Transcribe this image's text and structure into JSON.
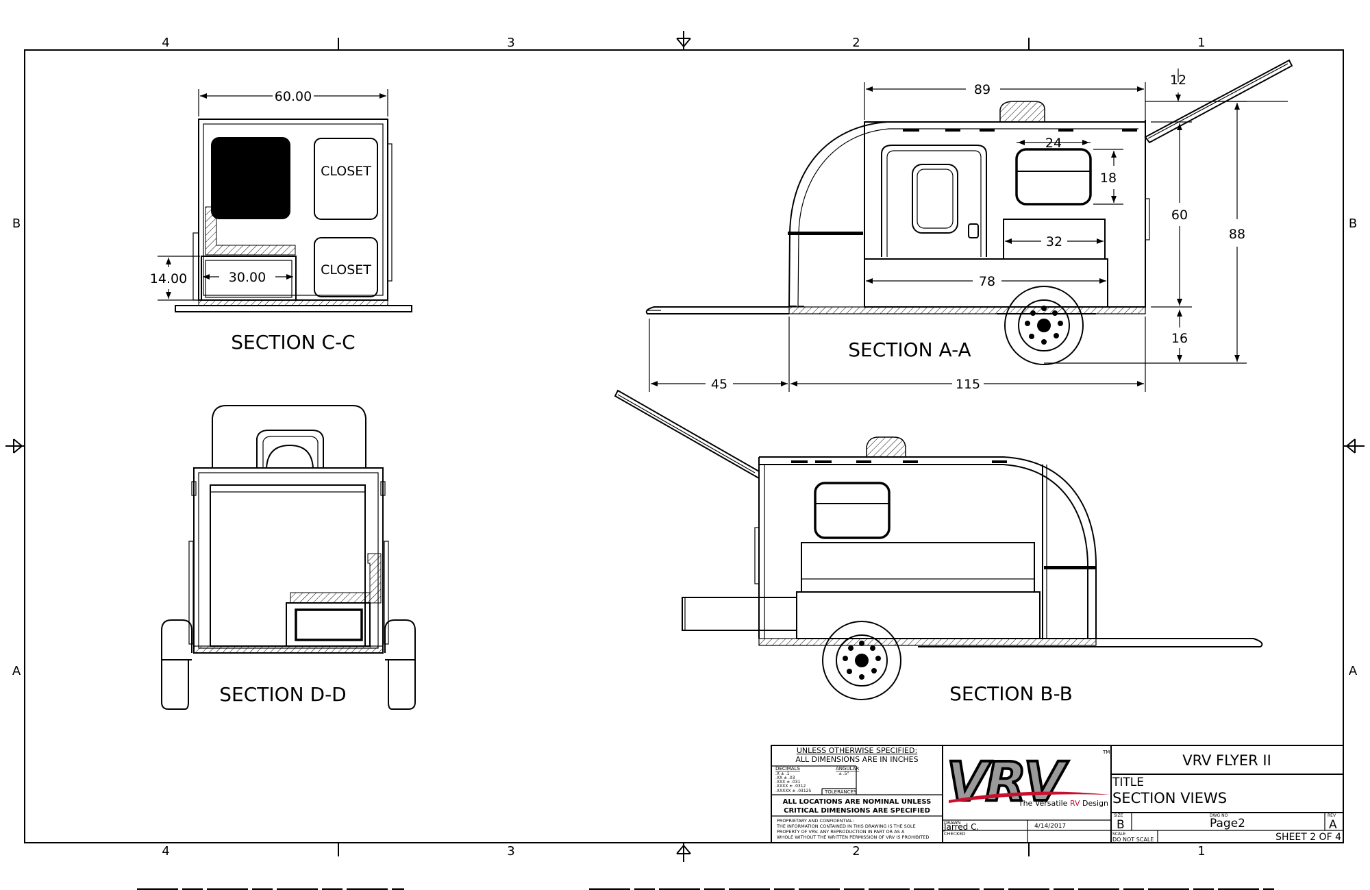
{
  "zones": {
    "top": [
      "4",
      "3",
      "2",
      "1"
    ],
    "bottom": [
      "4",
      "3",
      "2",
      "1"
    ],
    "left": [
      "B",
      "A"
    ],
    "right": [
      "B",
      "A"
    ]
  },
  "section_cc": {
    "title": "SECTION C-C",
    "width_dim": "60.00",
    "bed_dim": "30.00",
    "height_dim": "14.00",
    "closet_top": "CLOSET",
    "closet_bottom": "CLOSET"
  },
  "section_aa": {
    "title": "SECTION A-A",
    "dims": {
      "top_length": "89",
      "hatch_open": "12",
      "window_width": "24",
      "window_height": "18",
      "cabinet_width": "32",
      "bed_length": "78",
      "body_height": "60",
      "overall_height": "88",
      "ground_clearance": "16",
      "tongue_length": "45",
      "body_length": "115"
    }
  },
  "section_dd": {
    "title": "SECTION D-D"
  },
  "section_bb": {
    "title": "SECTION B-B"
  },
  "title_block": {
    "spec_line1": "UNLESS OTHERWISE SPECIFIED:",
    "spec_line2": "ALL DIMENSIONS ARE IN INCHES",
    "decimals_label": "DECIMALS",
    "angular_label": "ANGULAR",
    "tol_rows": [
      ".X     ± .1",
      ".XX    ± .03",
      ".XXX   ± .031",
      ".XXXX  ± .0312",
      ".XXXXX ± .03125"
    ],
    "angular_value": "± .5°",
    "tolerances_label": "TOLERANCES",
    "nominal_line1": "ALL LOCATIONS ARE NOMINAL UNLESS",
    "nominal_line2": "CRITICAL DIMENSIONS ARE SPECIFIED",
    "prop_line1": "PROPRIETARY AND CONFIDENTIAL:",
    "prop_line2": "THE INFORMATION CONTAINED IN THIS DRAWING IS THE SOLE",
    "prop_line3": "PROPERTY OF VRV.  ANY REPRODUCTION IN PART OR AS A",
    "prop_line4": "WHOLE WITHOUT THE WRITTEN PERMISSION OF VRV IS PROHIBITED",
    "logo_text": "VRV",
    "logo_tm": "TM",
    "tagline_pre": "The Versatile ",
    "tagline_rv": "RV",
    "tagline_post": " Design",
    "drawn_label": "DRAWN",
    "drawn_by": "Jarred C.",
    "checked_label": "CHECKED",
    "date": "4/14/2017",
    "project": "VRV FLYER II",
    "title_label": "TITLE",
    "title_value": "SECTION VIEWS",
    "size_label": "SIZE",
    "size_value": "B",
    "dwg_label": "DWG NO",
    "dwg_value": "Page2",
    "rev_label": "REV",
    "rev_value": "A",
    "scale_label": "SCALE",
    "scale_value": "DO NOT SCALE",
    "sheet": "SHEET 2 OF 4"
  },
  "colors": {
    "line": "#000000",
    "logo_accent": "#c8102e",
    "logo_gray": "#9a9a9a"
  }
}
